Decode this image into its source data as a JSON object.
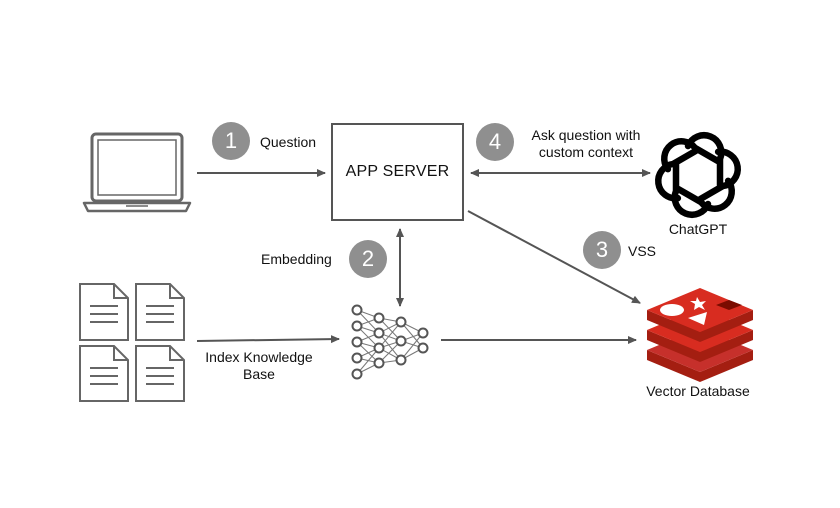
{
  "server": {
    "label": "APP SERVER"
  },
  "steps": [
    {
      "number": "1",
      "label": "Question"
    },
    {
      "number": "2",
      "label": "Embedding"
    },
    {
      "number": "3",
      "label": "VSS"
    },
    {
      "number": "4",
      "label_line1": "Ask question with",
      "label_line2": "custom context"
    }
  ],
  "nodes": {
    "chatgpt_label": "ChatGPT",
    "index_line1": "Index Knowledge",
    "index_line2": "Base",
    "vector_db_label": "Vector Database"
  },
  "icons": {
    "user": "laptop-icon",
    "documents": "document-icon",
    "model": "neural-network-icon",
    "llm": "openai-logo-icon",
    "database": "redis-logo-icon"
  },
  "colors": {
    "step_badge": "#8f8f8f",
    "arrow": "#555555",
    "redis_red": "#d82c20"
  }
}
